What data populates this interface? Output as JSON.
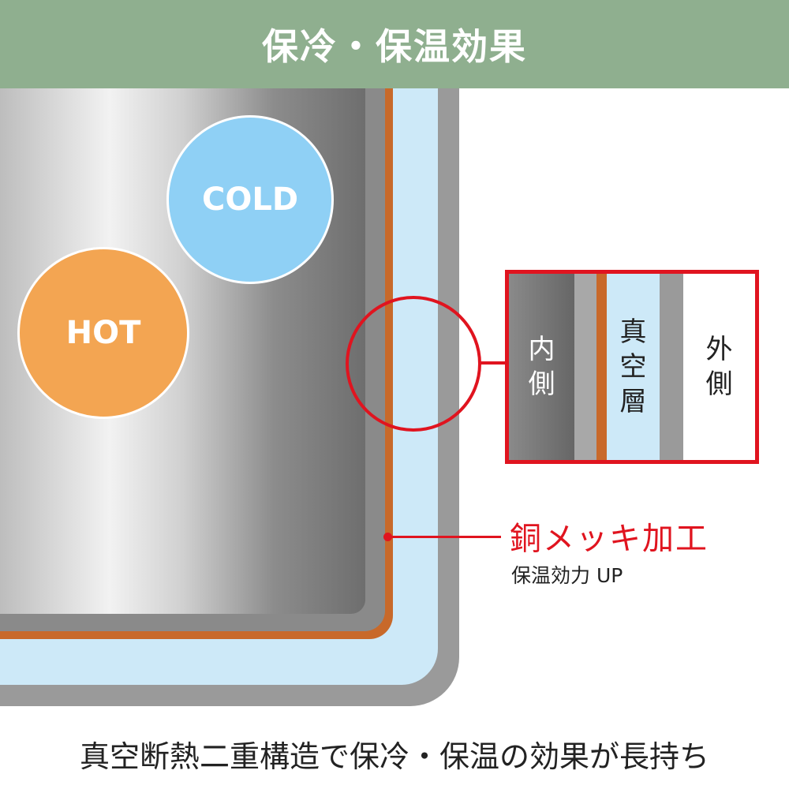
{
  "header": {
    "title": "保冷・保温効果"
  },
  "bubbles": {
    "cold": "COLD",
    "hot": "HOT"
  },
  "detail": {
    "inner": [
      "内",
      "側"
    ],
    "vacuum": [
      "真",
      "空",
      "層"
    ],
    "outer": [
      "外",
      "側"
    ]
  },
  "callout": {
    "label": "銅メッキ加工",
    "sub": "保温効力 UP"
  },
  "footer": {
    "text": "真空断熱二重構造で保冷・保温の効果が長持ち"
  },
  "colors": {
    "header": "#8faf8f",
    "accent": "#e0141f",
    "copper": "#c8692a",
    "vacuum": "#cde9f8",
    "cold": "#8fd0f5",
    "hot": "#f3a552"
  }
}
